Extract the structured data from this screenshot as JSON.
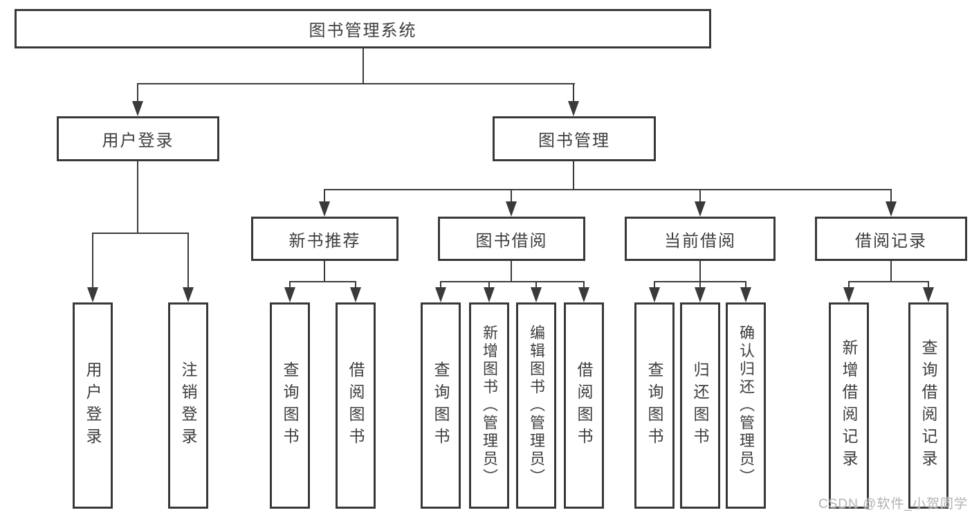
{
  "colors": {
    "line": "#3a3a3a",
    "box_border": "#383838",
    "box_background": "#ffffff",
    "text": "#3d3d3d",
    "watermark": "#b2b2b2"
  },
  "diagram": {
    "title": "图书管理系统",
    "branches": [
      {
        "label": "用户登录",
        "leaves": [
          {
            "label": "用户登录"
          },
          {
            "label": "注销登录"
          }
        ]
      },
      {
        "label": "图书管理",
        "groups": [
          {
            "label": "新书推荐",
            "leaves": [
              {
                "label": "查询图书"
              },
              {
                "label": "借阅图书"
              }
            ]
          },
          {
            "label": "图书借阅",
            "leaves": [
              {
                "label": "查询图书"
              },
              {
                "label": "新增图书（管理员）"
              },
              {
                "label": "编辑图书（管理员）"
              },
              {
                "label": "借阅图书"
              }
            ]
          },
          {
            "label": "当前借阅",
            "leaves": [
              {
                "label": "查询图书"
              },
              {
                "label": "归还图书"
              },
              {
                "label": "确认归还（管理员）"
              }
            ]
          },
          {
            "label": "借阅记录",
            "leaves": [
              {
                "label": "新增借阅记录"
              },
              {
                "label": "查询借阅记录"
              }
            ]
          }
        ]
      }
    ]
  },
  "watermark": {
    "text": "CSDN @软件_小贺同学"
  }
}
